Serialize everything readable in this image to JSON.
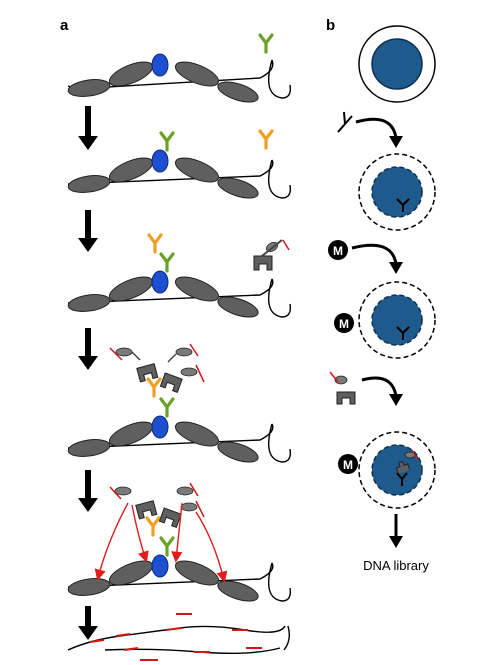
{
  "panel_a": {
    "label": "a"
  },
  "panel_b": {
    "label": "b",
    "marker": "M",
    "caption": "DNA library"
  },
  "colors": {
    "nucleosome": "#5f5f5f",
    "protein_target": "#1f4fd1",
    "primary_antibody": "#6aa225",
    "secondary_antibody": "#f0a020",
    "tn5_adapter": "#d01818",
    "cut_arrow": "#e01c1c",
    "nucleus": "#1e5a8c",
    "label_marker": "#000000"
  },
  "icons": [
    "antibody-y-icon",
    "protein-a-tn5-icon",
    "nucleosome-icon",
    "down-arrow-icon",
    "curved-arrow-icon"
  ]
}
